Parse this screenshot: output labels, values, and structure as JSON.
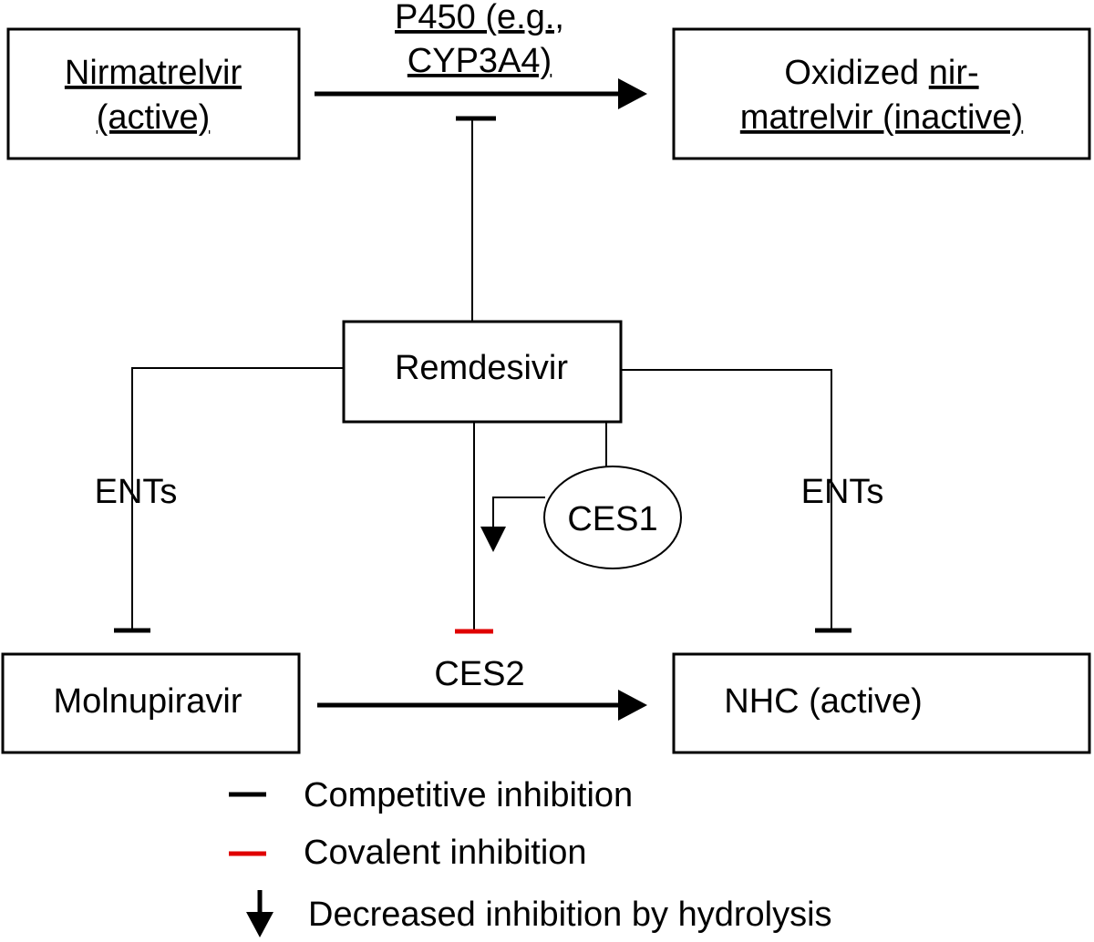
{
  "nodes": {
    "nirmatrelvir": {
      "line1": "Nirmatrelvir",
      "line2": "(active)"
    },
    "oxidized": {
      "line1_a": "Oxidized ",
      "line1_b": "nir-",
      "line2": "matrelvir (inactive)"
    },
    "remdesivir": {
      "label": "Remdesivir"
    },
    "molnupiravir": {
      "label": "Molnupiravir"
    },
    "nhc": {
      "label": "NHC (active)"
    },
    "ces1": {
      "label": "CES1"
    }
  },
  "edge_labels": {
    "p450_line1": "P450 (e.g.,",
    "p450_line2": "CYP3A4)",
    "ents_left": "ENTs",
    "ents_right": "ENTs",
    "ces2": "CES2"
  },
  "legend": {
    "items": [
      {
        "label": "Competitive inhibition",
        "color": "#000000"
      },
      {
        "label": "Covalent inhibition",
        "color": "#e00000"
      },
      {
        "label": "Decreased inhibition by hydrolysis",
        "color": "#000000"
      }
    ]
  },
  "colors": {
    "competitive": "#000000",
    "covalent": "#e00000"
  }
}
